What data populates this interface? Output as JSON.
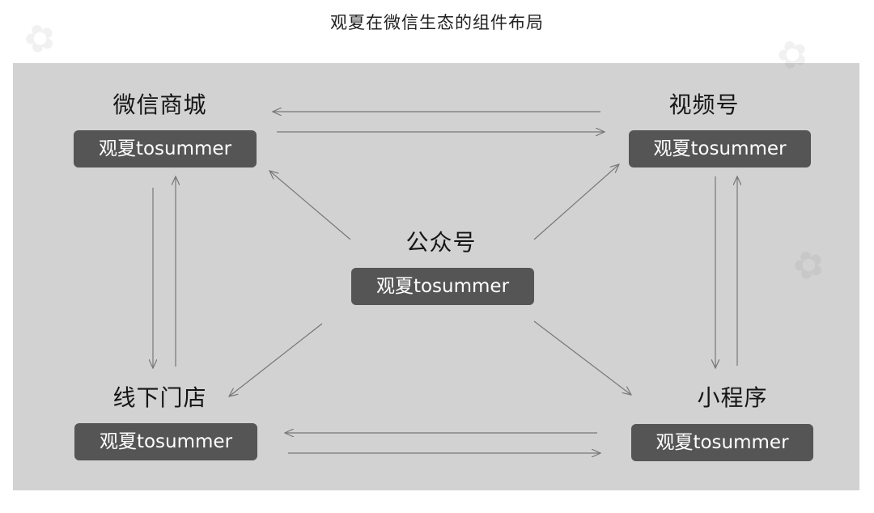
{
  "title": "观夏在微信生态的组件布局",
  "nodes": {
    "wechat_mall": {
      "label": "微信商城",
      "tag": "观夏tosummer"
    },
    "video_account": {
      "label": "视频号",
      "tag": "观夏tosummer"
    },
    "official_account": {
      "label": "公众号",
      "tag": "观夏tosummer"
    },
    "offline_store": {
      "label": "线下门店",
      "tag": "观夏tosummer"
    },
    "mini_program": {
      "label": "小程序",
      "tag": "观夏tosummer"
    }
  },
  "colors": {
    "panel": "#d2d2d2",
    "tag_bg": "#555555",
    "arrow": "#777777"
  }
}
